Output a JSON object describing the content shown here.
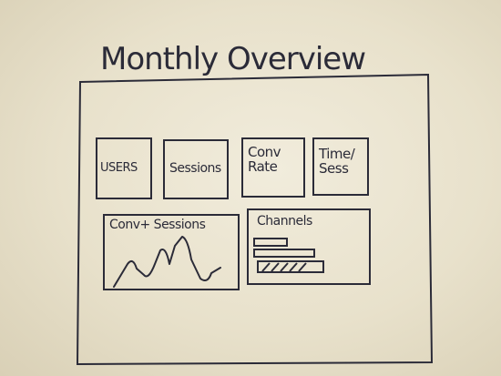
{
  "page": {
    "title": "Monthly Overview"
  },
  "kpi_cards": [
    {
      "label": "USERS",
      "icon": "users-kpi"
    },
    {
      "label": "Sessions",
      "icon": "sessions-kpi"
    },
    {
      "label": "Conv\nRate",
      "icon": "conv-rate-kpi"
    },
    {
      "label": "Time/\nSess",
      "icon": "time-per-session-kpi"
    }
  ],
  "panels": {
    "conv_sessions": {
      "title": "Conv+ Sessions"
    },
    "channels": {
      "title": "Channels"
    }
  },
  "colors": {
    "ink": "#2b2b38",
    "board": "#ece6d3"
  }
}
